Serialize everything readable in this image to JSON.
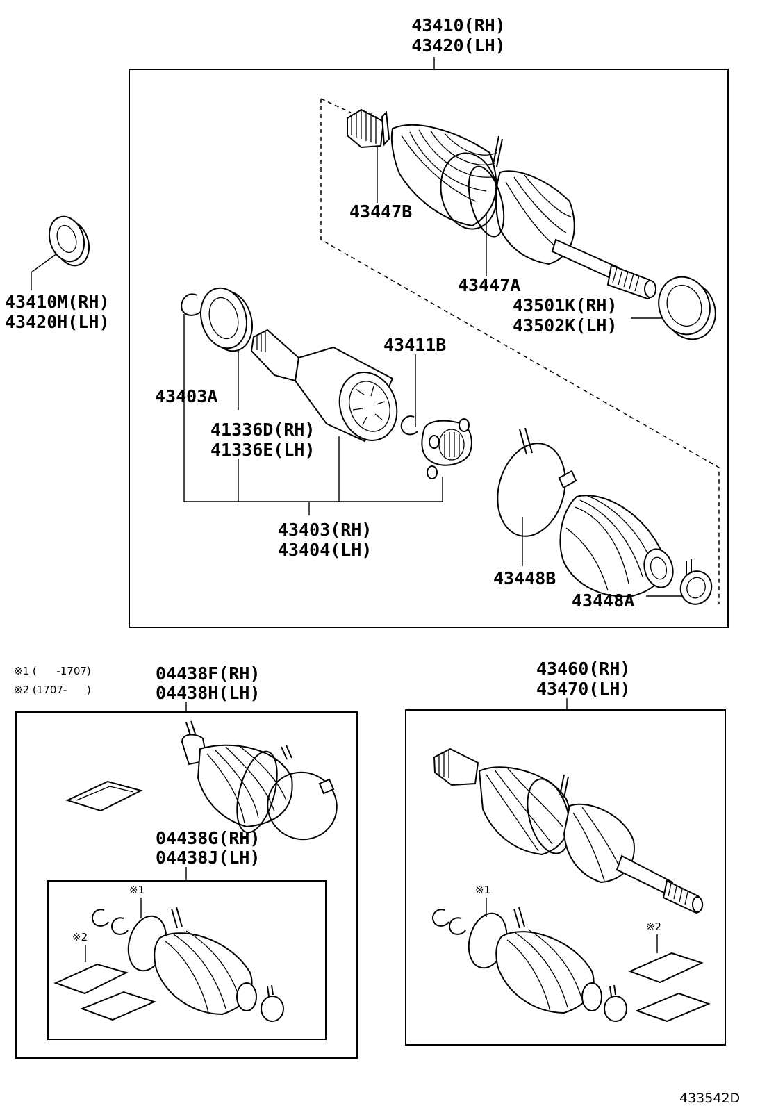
{
  "labels": {
    "assembly_rh": "43410(RH)",
    "assembly_lh": "43420(LH)",
    "seal_left_rh": "43410M(RH)",
    "seal_left_lh": "43420H(LH)",
    "clamp_outer": "43447B",
    "clamp_inner": "43447A",
    "dust_cover_rh": "43501K(RH)",
    "dust_cover_lh": "43502K(LH)",
    "snap_ring_small": "43411B",
    "snap_ring_big": "43403A",
    "joint_tulip_rh": "41336D(RH)",
    "joint_tulip_lh": "41336E(LH)",
    "joint_kit_rh": "43403(RH)",
    "joint_kit_lh": "43404(LH)",
    "boot_clamp_big": "43448B",
    "boot_clamp_small": "43448A",
    "boot_kit_outer_rh": "04438F(RH)",
    "boot_kit_outer_lh": "04438H(LH)",
    "boot_kit_inner_rh": "04438G(RH)",
    "boot_kit_inner_lh": "04438J(LH)",
    "shaft_rh": "43460(RH)",
    "shaft_lh": "43470(LH)",
    "mark_1": "※1",
    "mark_2": "※2"
  },
  "notes": {
    "note_1": "※1 (      -1707)",
    "note_2": "※2 (1707-      )"
  },
  "figure_id": "433542D"
}
